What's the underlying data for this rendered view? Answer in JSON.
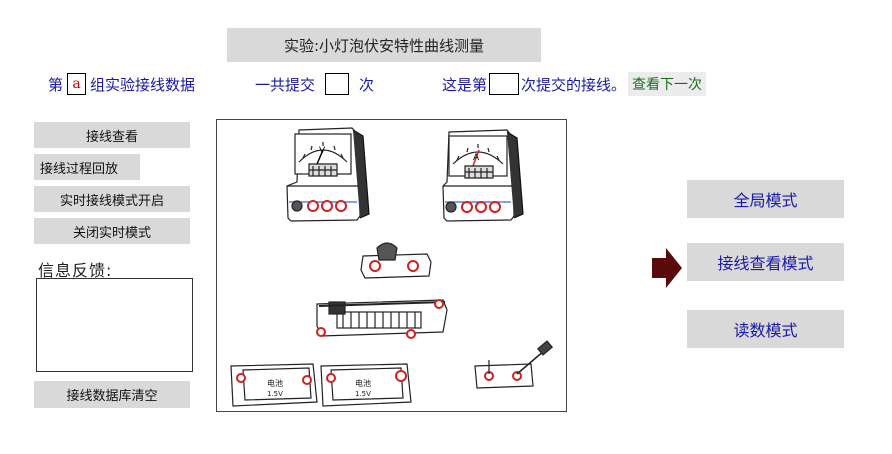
{
  "title": "实验:小灯泡伏安特性曲线测量",
  "info": {
    "group_prefix": "第",
    "group_value": "a",
    "group_suffix": "组实验接线数据",
    "total_prefix": "一共提交",
    "total_value": "",
    "total_suffix": "次",
    "current_prefix": "这是第",
    "current_value": "",
    "current_suffix": "次提交的接线。",
    "next_label": "查看下一次"
  },
  "left_buttons": {
    "view_wiring": "接线查看",
    "replay": "接线过程回放",
    "realtime_on": "实时接线模式开启",
    "realtime_off": "关闭实时模式",
    "clear_db": "接线数据库清空"
  },
  "feedback": {
    "label": "信息反馈:",
    "content": ""
  },
  "canvas": {
    "battery_label_1": "电池",
    "battery_label_2": "电池",
    "battery_voltage_1": "1.5V",
    "battery_voltage_2": "1.5V",
    "voltmeter_letter": "V",
    "ammeter_letter": "A"
  },
  "right_buttons": {
    "global_mode": "全局模式",
    "wiring_view_mode": "接线查看模式",
    "reading_mode": "读数模式"
  },
  "colors": {
    "title_bg": "#d9d9d9",
    "info_text": "#1a1aa6",
    "next_text": "#1a6e1a",
    "arrow": "#5a0a0a",
    "terminal_red": "#d02020"
  }
}
